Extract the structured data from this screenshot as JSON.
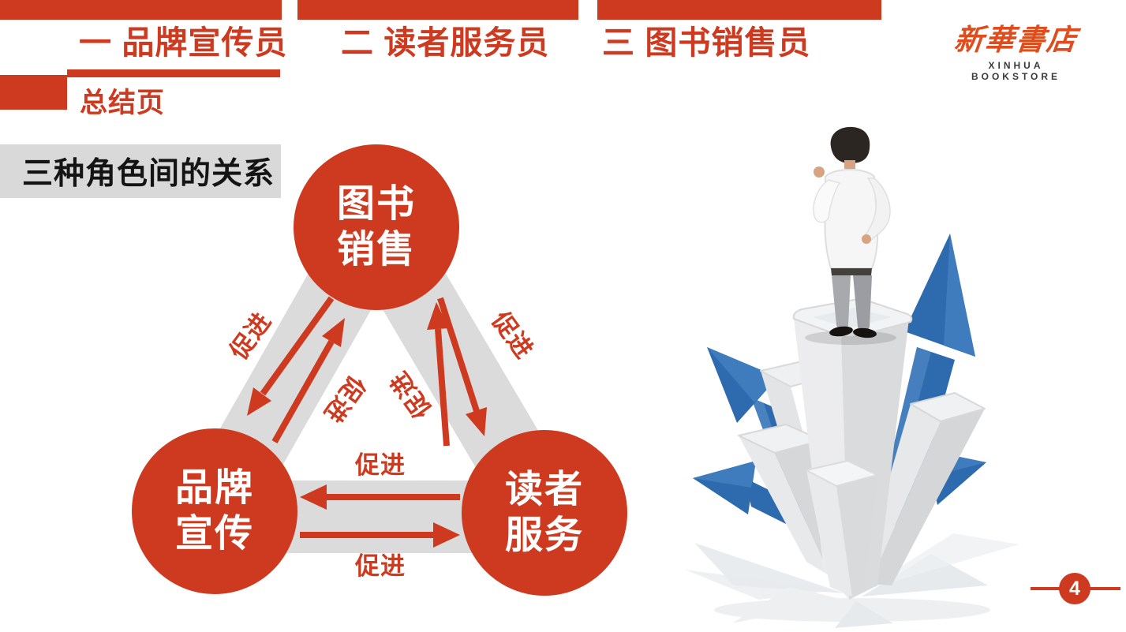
{
  "slide": {
    "page_number": "4"
  },
  "colors": {
    "accent_red": "#ce3a1f",
    "band_gray": "#dbdbdb",
    "section_box_gray": "#d9d9d9",
    "arrow_blue": "#2e6bae"
  },
  "header": {
    "tabs": [
      {
        "label": "一 品牌宣传员"
      },
      {
        "label": "二 读者服务员"
      },
      {
        "label": "三 图书销售员"
      }
    ],
    "subtitle": "总结页",
    "logo": {
      "cn": "新華書店",
      "en": "XINHUA BOOKSTORE"
    }
  },
  "main": {
    "section_title": "三种角色间的关系",
    "diagram": {
      "nodes": [
        {
          "id": "book-sales",
          "line1": "图书",
          "line2": "销售"
        },
        {
          "id": "brand-promotion",
          "line1": "品牌",
          "line2": "宣传"
        },
        {
          "id": "reader-service",
          "line1": "读者",
          "line2": "服务"
        }
      ],
      "edges": [
        {
          "from": "book-sales",
          "to": "brand-promotion",
          "label": "促进"
        },
        {
          "from": "brand-promotion",
          "to": "book-sales",
          "label": "促进"
        },
        {
          "from": "book-sales",
          "to": "reader-service",
          "label": "促进"
        },
        {
          "from": "reader-service",
          "to": "book-sales",
          "label": "促进"
        },
        {
          "from": "reader-service",
          "to": "brand-promotion",
          "label": "促进"
        },
        {
          "from": "brand-promotion",
          "to": "reader-service",
          "label": "促进"
        }
      ]
    },
    "illustration": {
      "name": "growth-illustration"
    }
  }
}
